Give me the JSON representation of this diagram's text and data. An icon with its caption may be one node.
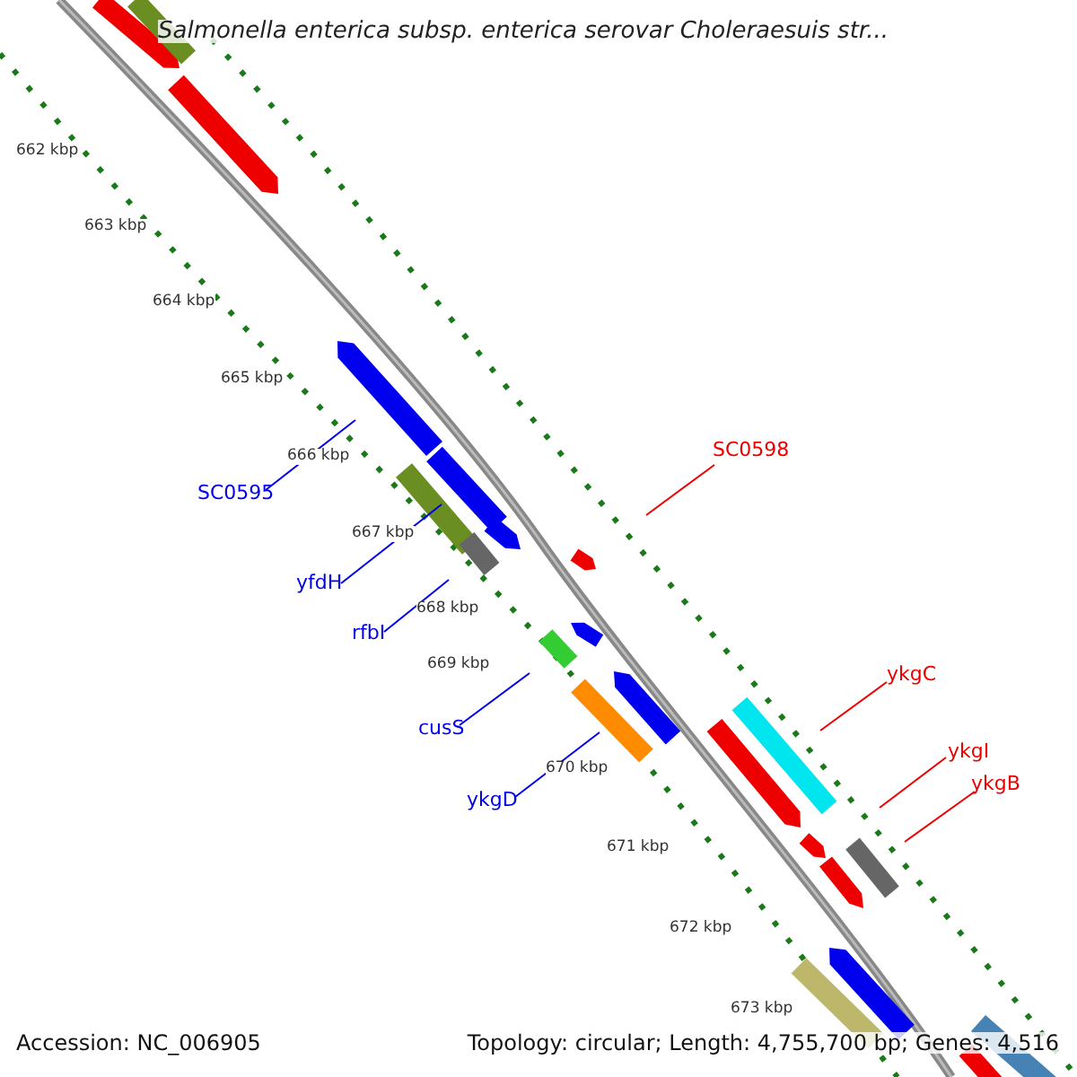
{
  "diagram": {
    "title": "Salmonella enterica subsp. enterica serovar Choleraesuis str...",
    "nodes": [
      {
        "text": [
          "SC0598"
        ]
      },
      {
        "text": [
          "SC0595"
        ]
      },
      {
        "text": [
          "yfdH"
        ]
      },
      {
        "text": [
          "rfbI"
        ]
      },
      {
        "text": [
          "ykgC"
        ]
      },
      {
        "text": [
          "cusS"
        ]
      },
      {
        "text": [
          "ykgI"
        ]
      },
      {
        "text": [
          "ykgB"
        ]
      },
      {
        "text": [
          "ykgD"
        ]
      }
    ],
    "edges": [
      {
        "from": 0,
        "to": null,
        "arrow": "none",
        "color": "#ee0000"
      },
      {
        "from": 1,
        "to": null,
        "arrow": "none"
      },
      {
        "from": 2,
        "to": null,
        "arrow": "none"
      },
      {
        "from": 3,
        "to": null,
        "arrow": "none"
      },
      {
        "from": 4,
        "to": null,
        "arrow": "none",
        "color": "#ee0000"
      },
      {
        "from": 5,
        "to": null,
        "arrow": "none"
      },
      {
        "from": 6,
        "to": null,
        "arrow": "none",
        "color": "#ee0000"
      },
      {
        "from": 7,
        "to": null,
        "arrow": "none",
        "color": "#ee0000"
      },
      {
        "from": 8,
        "to": null,
        "arrow": "none"
      }
    ],
    "labels": [
      "662 kbp",
      "663 kbp",
      "664 kbp",
      "665 kbp",
      "666 kbp",
      "667 kbp",
      "668 kbp",
      "669 kbp",
      "670 kbp",
      "671 kbp",
      "672 kbp",
      "673 kbp",
      "Accession: NC_006905",
      "Topology: circular; Length: 4,755,700 bp; Genes: 4,516"
    ]
  }
}
